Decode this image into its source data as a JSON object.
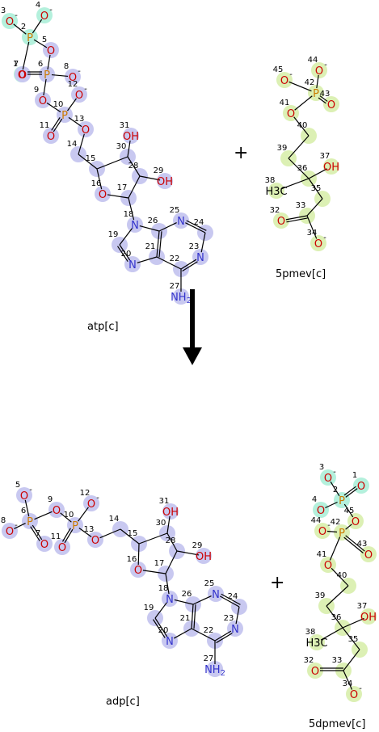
{
  "colors": {
    "atom_o": "#cc0000",
    "atom_n": "#3333cc",
    "atom_p": "#cc7a00",
    "atom_c": "#000000",
    "hl_blue": "#c8c8f0",
    "hl_green": "#dcf0b4",
    "hl_teal": "#b4f0dc",
    "arrow": "#000000"
  },
  "reaction": {
    "plus_sign": "+",
    "reactants": [
      {
        "name": "atp[c]"
      },
      {
        "name": "5pmev[c]"
      }
    ],
    "products": [
      {
        "name": "adp[c]"
      },
      {
        "name": "5dpmev[c]"
      }
    ]
  },
  "molecules": {
    "atp": {
      "atoms": [
        {
          "id": "a1",
          "label": "O",
          "charge": "",
          "num": "1",
          "el": "O",
          "hl": "teal"
        },
        {
          "id": "a2",
          "label": "P",
          "charge": "",
          "num": "2",
          "el": "P",
          "hl": "teal"
        },
        {
          "id": "a3",
          "label": "O",
          "charge": "-",
          "num": "3",
          "el": "O",
          "hl": "teal"
        },
        {
          "id": "a4",
          "label": "O",
          "charge": "-",
          "num": "4",
          "el": "O",
          "hl": "teal"
        },
        {
          "id": "a5",
          "label": "O",
          "charge": "",
          "num": "5",
          "el": "O",
          "hl": "blue"
        },
        {
          "id": "a6",
          "label": "P",
          "charge": "",
          "num": "6",
          "el": "P",
          "hl": "blue"
        },
        {
          "id": "a7",
          "label": "O",
          "charge": "",
          "num": "7",
          "el": "O",
          "hl": "blue"
        },
        {
          "id": "a8",
          "label": "O",
          "charge": "-",
          "num": "8",
          "el": "O",
          "hl": "blue"
        },
        {
          "id": "a9",
          "label": "O",
          "charge": "",
          "num": "9",
          "el": "O",
          "hl": "blue"
        },
        {
          "id": "a10",
          "label": "P",
          "charge": "",
          "num": "10",
          "el": "P",
          "hl": "blue"
        },
        {
          "id": "a11",
          "label": "O",
          "charge": "",
          "num": "11",
          "el": "O",
          "hl": "blue"
        },
        {
          "id": "a12",
          "label": "O",
          "charge": "-",
          "num": "12",
          "el": "O",
          "hl": "blue"
        },
        {
          "id": "a13",
          "label": "O",
          "charge": "",
          "num": "13",
          "el": "O",
          "hl": "blue"
        },
        {
          "id": "a14",
          "label": "",
          "charge": "",
          "num": "14",
          "el": "C",
          "hl": "blue"
        },
        {
          "id": "a15",
          "label": "",
          "charge": "",
          "num": "15",
          "el": "C",
          "hl": "blue"
        },
        {
          "id": "a16",
          "label": "O",
          "charge": "",
          "num": "16",
          "el": "O",
          "hl": "blue"
        },
        {
          "id": "a17",
          "label": "",
          "charge": "",
          "num": "17",
          "el": "C",
          "hl": "blue"
        },
        {
          "id": "a18",
          "label": "N",
          "charge": "",
          "num": "18",
          "el": "N",
          "hl": "blue"
        },
        {
          "id": "a19",
          "label": "",
          "charge": "",
          "num": "19",
          "el": "C",
          "hl": "blue"
        },
        {
          "id": "a20",
          "label": "N",
          "charge": "",
          "num": "20",
          "el": "N",
          "hl": "blue"
        },
        {
          "id": "a21",
          "label": "",
          "charge": "",
          "num": "21",
          "el": "C",
          "hl": "blue"
        },
        {
          "id": "a22",
          "label": "",
          "charge": "",
          "num": "22",
          "el": "C",
          "hl": "blue"
        },
        {
          "id": "a23",
          "label": "N",
          "charge": "",
          "num": "23",
          "el": "N",
          "hl": "blue"
        },
        {
          "id": "a24",
          "label": "",
          "charge": "",
          "num": "24",
          "el": "C",
          "hl": "blue"
        },
        {
          "id": "a25",
          "label": "N",
          "charge": "",
          "num": "25",
          "el": "N",
          "hl": "blue"
        },
        {
          "id": "a26",
          "label": "",
          "charge": "",
          "num": "26",
          "el": "C",
          "hl": "blue"
        },
        {
          "id": "a27",
          "label": "NH",
          "sub": "2",
          "charge": "",
          "num": "27",
          "el": "N",
          "hl": "blue"
        },
        {
          "id": "a28",
          "label": "",
          "charge": "",
          "num": "28",
          "el": "C",
          "hl": "blue"
        },
        {
          "id": "a29",
          "label": "OH",
          "charge": "",
          "num": "29",
          "el": "O",
          "hl": "blue"
        },
        {
          "id": "a30",
          "label": "",
          "charge": "",
          "num": "30",
          "el": "C",
          "hl": "blue"
        },
        {
          "id": "a31",
          "label": "OH",
          "charge": "",
          "num": "31",
          "el": "O",
          "hl": "blue"
        }
      ]
    },
    "pmev": {
      "atoms": [
        {
          "id": "b32",
          "label": "O",
          "charge": "",
          "num": "32",
          "el": "O",
          "hl": "green"
        },
        {
          "id": "b33",
          "label": "",
          "charge": "",
          "num": "33",
          "el": "C",
          "hl": "green"
        },
        {
          "id": "b34",
          "label": "O",
          "charge": "-",
          "num": "34",
          "el": "O",
          "hl": "green"
        },
        {
          "id": "b35",
          "label": "",
          "charge": "",
          "num": "35",
          "el": "C",
          "hl": "green"
        },
        {
          "id": "b36",
          "label": "",
          "charge": "",
          "num": "36",
          "el": "C",
          "hl": "green"
        },
        {
          "id": "b37",
          "label": "OH",
          "charge": "",
          "num": "37",
          "el": "O",
          "hl": "green"
        },
        {
          "id": "b38",
          "label": "H3C",
          "charge": "",
          "num": "38",
          "el": "C",
          "hl": "green"
        },
        {
          "id": "b39",
          "label": "",
          "charge": "",
          "num": "39",
          "el": "C",
          "hl": "green"
        },
        {
          "id": "b40",
          "label": "",
          "charge": "",
          "num": "40",
          "el": "C",
          "hl": "green"
        },
        {
          "id": "b41",
          "label": "O",
          "charge": "",
          "num": "41",
          "el": "O",
          "hl": "green"
        },
        {
          "id": "b42",
          "label": "P",
          "charge": "",
          "num": "42",
          "el": "P",
          "hl": "green"
        },
        {
          "id": "b43",
          "label": "O",
          "charge": "",
          "num": "43",
          "el": "O",
          "hl": "green"
        },
        {
          "id": "b44",
          "label": "O",
          "charge": "-",
          "num": "44",
          "el": "O",
          "hl": "green"
        },
        {
          "id": "b45",
          "label": "O",
          "charge": "-",
          "num": "45",
          "el": "O",
          "hl": "green"
        }
      ]
    },
    "adp": {
      "atoms": [
        {
          "id": "c5",
          "label": "O",
          "charge": "-",
          "num": "5",
          "el": "O",
          "hl": "blue"
        },
        {
          "id": "c6",
          "label": "P",
          "charge": "",
          "num": "6",
          "el": "P",
          "hl": "blue"
        },
        {
          "id": "c7",
          "label": "O",
          "charge": "",
          "num": "7",
          "el": "O",
          "hl": "blue"
        },
        {
          "id": "c8",
          "label": "O",
          "charge": "-",
          "num": "8",
          "el": "O",
          "hl": "blue"
        },
        {
          "id": "c9",
          "label": "O",
          "charge": "",
          "num": "9",
          "el": "O",
          "hl": "blue"
        },
        {
          "id": "c10",
          "label": "P",
          "charge": "",
          "num": "10",
          "el": "P",
          "hl": "blue"
        },
        {
          "id": "c11",
          "label": "O",
          "charge": "",
          "num": "11",
          "el": "O",
          "hl": "blue"
        },
        {
          "id": "c12",
          "label": "O",
          "charge": "-",
          "num": "12",
          "el": "O",
          "hl": "blue"
        },
        {
          "id": "c13",
          "label": "O",
          "charge": "",
          "num": "13",
          "el": "O",
          "hl": "blue"
        },
        {
          "id": "c14",
          "label": "",
          "charge": "",
          "num": "14",
          "el": "C",
          "hl": "blue"
        },
        {
          "id": "c15",
          "label": "",
          "charge": "",
          "num": "15",
          "el": "C",
          "hl": "blue"
        },
        {
          "id": "c16",
          "label": "O",
          "charge": "",
          "num": "16",
          "el": "O",
          "hl": "blue"
        },
        {
          "id": "c17",
          "label": "",
          "charge": "",
          "num": "17",
          "el": "C",
          "hl": "blue"
        },
        {
          "id": "c18",
          "label": "N",
          "charge": "",
          "num": "18",
          "el": "N",
          "hl": "blue"
        },
        {
          "id": "c19",
          "label": "",
          "charge": "",
          "num": "19",
          "el": "C",
          "hl": "blue"
        },
        {
          "id": "c20",
          "label": "N",
          "charge": "",
          "num": "20",
          "el": "N",
          "hl": "blue"
        },
        {
          "id": "c21",
          "label": "",
          "charge": "",
          "num": "21",
          "el": "C",
          "hl": "blue"
        },
        {
          "id": "c22",
          "label": "",
          "charge": "",
          "num": "22",
          "el": "C",
          "hl": "blue"
        },
        {
          "id": "c23",
          "label": "N",
          "charge": "",
          "num": "23",
          "el": "N",
          "hl": "blue"
        },
        {
          "id": "c24",
          "label": "",
          "charge": "",
          "num": "24",
          "el": "C",
          "hl": "blue"
        },
        {
          "id": "c25",
          "label": "N",
          "charge": "",
          "num": "25",
          "el": "N",
          "hl": "blue"
        },
        {
          "id": "c26",
          "label": "",
          "charge": "",
          "num": "26",
          "el": "C",
          "hl": "blue"
        },
        {
          "id": "c27",
          "label": "NH",
          "sub": "2",
          "charge": "",
          "num": "27",
          "el": "N",
          "hl": "blue"
        },
        {
          "id": "c28",
          "label": "",
          "charge": "",
          "num": "28",
          "el": "C",
          "hl": "blue"
        },
        {
          "id": "c29",
          "label": "OH",
          "charge": "",
          "num": "29",
          "el": "O",
          "hl": "blue"
        },
        {
          "id": "c30",
          "label": "",
          "charge": "",
          "num": "30",
          "el": "C",
          "hl": "blue"
        },
        {
          "id": "c31",
          "label": "OH",
          "charge": "",
          "num": "31",
          "el": "O",
          "hl": "blue"
        }
      ]
    },
    "dpmev": {
      "atoms": [
        {
          "id": "d1",
          "label": "O",
          "charge": "",
          "num": "1",
          "el": "O",
          "hl": "teal"
        },
        {
          "id": "d2",
          "label": "P",
          "charge": "",
          "num": "2",
          "el": "P",
          "hl": "teal"
        },
        {
          "id": "d3",
          "label": "O",
          "charge": "-",
          "num": "3",
          "el": "O",
          "hl": "teal"
        },
        {
          "id": "d4",
          "label": "O",
          "charge": "",
          "num": "4",
          "el": "O",
          "hl": "teal"
        },
        {
          "id": "d32",
          "label": "O",
          "charge": "",
          "num": "32",
          "el": "O",
          "hl": "green"
        },
        {
          "id": "d33",
          "label": "",
          "charge": "",
          "num": "33",
          "el": "C",
          "hl": "green"
        },
        {
          "id": "d34",
          "label": "O",
          "charge": "-",
          "num": "34",
          "el": "O",
          "hl": "green"
        },
        {
          "id": "d35",
          "label": "",
          "charge": "",
          "num": "35",
          "el": "C",
          "hl": "green"
        },
        {
          "id": "d36",
          "label": "",
          "charge": "",
          "num": "36",
          "el": "C",
          "hl": "green"
        },
        {
          "id": "d37",
          "label": "OH",
          "charge": "",
          "num": "37",
          "el": "O",
          "hl": "green"
        },
        {
          "id": "d38",
          "label": "H3C",
          "charge": "",
          "num": "38",
          "el": "C",
          "hl": "green"
        },
        {
          "id": "d39",
          "label": "",
          "charge": "",
          "num": "39",
          "el": "C",
          "hl": "green"
        },
        {
          "id": "d40",
          "label": "",
          "charge": "",
          "num": "40",
          "el": "C",
          "hl": "green"
        },
        {
          "id": "d41",
          "label": "O",
          "charge": "",
          "num": "41",
          "el": "O",
          "hl": "green"
        },
        {
          "id": "d42",
          "label": "P",
          "charge": "",
          "num": "42",
          "el": "P",
          "hl": "green"
        },
        {
          "id": "d43",
          "label": "O",
          "charge": "",
          "num": "43",
          "el": "O",
          "hl": "green"
        },
        {
          "id": "d44",
          "label": "O",
          "charge": "-",
          "num": "44",
          "el": "O",
          "hl": "green"
        },
        {
          "id": "d45",
          "label": "O",
          "charge": "",
          "num": "45",
          "el": "O",
          "hl": "green"
        }
      ]
    }
  }
}
